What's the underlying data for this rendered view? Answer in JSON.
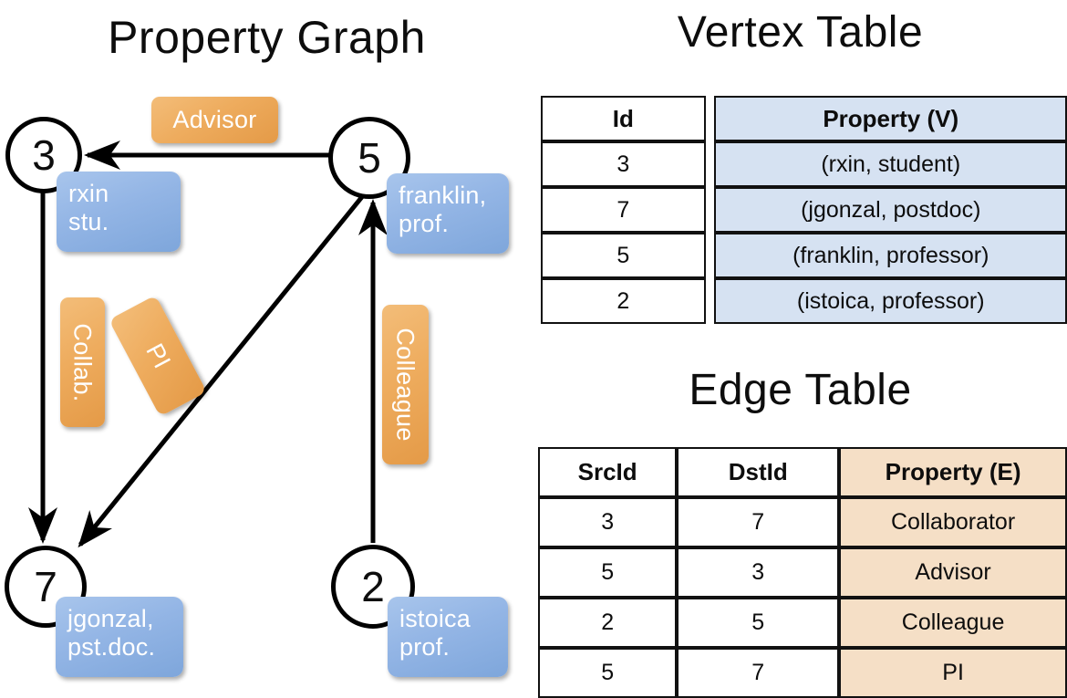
{
  "titles": {
    "property_graph": "Property Graph",
    "vertex_table": "Vertex Table",
    "edge_table": "Edge Table"
  },
  "graph": {
    "nodes": [
      {
        "id": "3",
        "property_label": "rxin\nstu."
      },
      {
        "id": "5",
        "property_label": "franklin,\nprof."
      },
      {
        "id": "7",
        "property_label": "jgonzal,\npst.doc."
      },
      {
        "id": "2",
        "property_label": "istoica\nprof."
      }
    ],
    "node_labels": {
      "n3_line1": "rxin",
      "n3_line2": "stu.",
      "n5_line1": "franklin,",
      "n5_line2": "prof.",
      "n7_line1": "jgonzal,",
      "n7_line2": "pst.doc.",
      "n2_line1": "istoica",
      "n2_line2": "prof."
    },
    "edge_labels": {
      "advisor": "Advisor",
      "collab": "Collab.",
      "pi": "PI",
      "colleague": "Colleague"
    },
    "edges": [
      {
        "from": "5",
        "to": "3",
        "label": "Advisor"
      },
      {
        "from": "3",
        "to": "7",
        "label": "Collab."
      },
      {
        "from": "5",
        "to": "7",
        "label": "PI"
      },
      {
        "from": "2",
        "to": "5",
        "label": "Colleague"
      }
    ]
  },
  "vertex_table": {
    "headers": [
      "Id",
      "Property (V)"
    ],
    "rows": [
      {
        "id": "3",
        "property": "(rxin, student)"
      },
      {
        "id": "7",
        "property": "(jgonzal, postdoc)"
      },
      {
        "id": "5",
        "property": "(franklin, professor)"
      },
      {
        "id": "2",
        "property": "(istoica, professor)"
      }
    ]
  },
  "edge_table": {
    "headers": [
      "SrcId",
      "DstId",
      "Property (E)"
    ],
    "rows": [
      {
        "src": "3",
        "dst": "7",
        "property": "Collaborator"
      },
      {
        "src": "5",
        "dst": "3",
        "property": "Advisor"
      },
      {
        "src": "2",
        "dst": "5",
        "property": "Colleague"
      },
      {
        "src": "5",
        "dst": "7",
        "property": "PI"
      }
    ]
  },
  "colors": {
    "vertex_fill": "#d6e2f2",
    "edge_fill": "#f5dfc6",
    "vertex_badge": "#93b5e5",
    "edge_badge": "#eeac5e",
    "stroke": "#111111",
    "background": "#ffffff"
  }
}
